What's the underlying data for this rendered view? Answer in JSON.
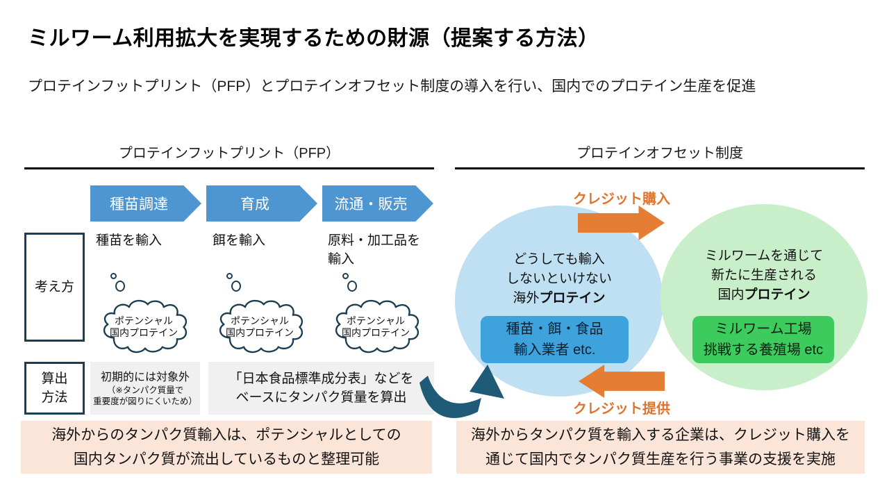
{
  "title": "ミルワーム利用拡大を実現するための財源（提案する方法）",
  "subtitle": "プロテインフットプリント（PFP）とプロテインオフセット制度の導入を行い、国内でのプロテイン生産を促進",
  "left": {
    "header": "プロテインフットプリント（PFP）",
    "chevrons": [
      "種苗調達",
      "育成",
      "流通・販売"
    ],
    "row_labels": {
      "kangae": "考え方",
      "sanshutsu_lines": [
        "算出",
        "方法"
      ]
    },
    "columns": [
      {
        "import_lines": [
          "種苗を輸入"
        ]
      },
      {
        "import_lines": [
          "餌を輸入"
        ]
      },
      {
        "import_lines": [
          "原料・加工品を",
          "輸入"
        ]
      }
    ],
    "cloud_lines": [
      "ポテンシャル",
      "国内プロテイン"
    ],
    "calc_excluded_lines": [
      "初期的には対象外",
      "（※タンパク質量で",
      "重要度が図りにくいため）"
    ],
    "calc_method_lines": [
      "「日本食品標準成分表」などを",
      "ベースにタンパク質量を算出"
    ],
    "summary_lines": [
      "海外からのタンパク質輸入は、ポテンシャルとしての",
      "国内タンパク質が流出しているものと整理可能"
    ]
  },
  "right": {
    "header": "プロテインオフセット制度",
    "credit_buy": "クレジット購入",
    "credit_provide": "クレジット提供",
    "overseas": {
      "lines": [
        "どうしても輸入",
        "しないといけない"
      ],
      "em_prefix": "海外",
      "em": "プロテイン",
      "box_lines": [
        "種苗・餌・食品",
        "輸入業者 etc."
      ]
    },
    "domestic": {
      "lines": [
        "ミルワームを通じて",
        "新たに生産される"
      ],
      "em_prefix": "国内",
      "em": "プロテイン",
      "box_lines": [
        "ミルワーム工場",
        "挑戦する養殖場 etc"
      ]
    },
    "summary_lines": [
      "海外からタンパク質を輸入する企業は、クレジット購入を",
      "通じて国内でタンパク質生産を行う事業の支援を実施"
    ]
  },
  "colors": {
    "chevron_blue": "#4e96d2",
    "venn_light_blue": "#bfe0f3",
    "venn_light_green": "#c8efc9",
    "inner_box_blue": "#3ea2dc",
    "inner_box_green": "#3ecb5e",
    "orange": "#e57d35",
    "orange_label": "#e2732b",
    "peach_summary": "#fbe5d9",
    "gray_box": "#f0f0f0",
    "outline_navy": "#1d3e52",
    "curved_arrow_teal": "#1f5a76"
  }
}
